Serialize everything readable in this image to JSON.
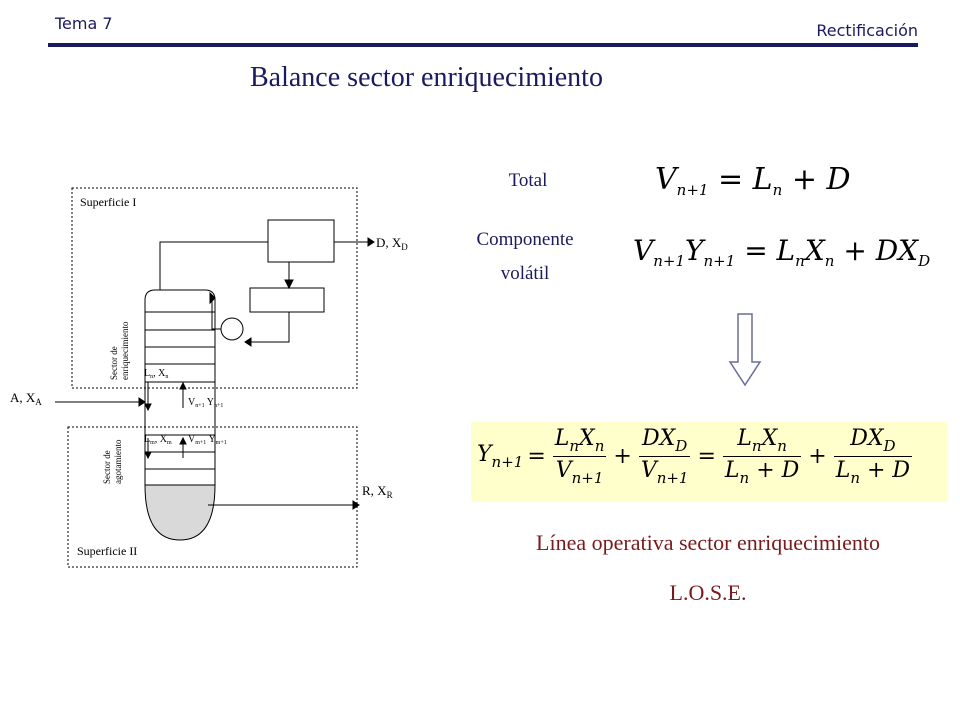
{
  "header": {
    "left": "Tema 7",
    "right": "Rectificación"
  },
  "title": "Balance sector enriquecimiento",
  "balances": {
    "total_label": "Total",
    "component_label_1": "Componente",
    "component_label_2": "volátil"
  },
  "diagram": {
    "surface_top": "Superficie I",
    "surface_bottom": "Superficie II",
    "sector_enrich_1": "Sector de",
    "sector_enrich_2": "enriquecimiento",
    "sector_deplete_1": "Sector de",
    "sector_deplete_2": "agotamiento",
    "distillate": "D, X",
    "distillate_sub": "D",
    "feed": "A, X",
    "feed_sub": "A",
    "residue": "R, X",
    "residue_sub": "R",
    "Ln": "L",
    "Ln_sub": "n",
    "Xn": "X",
    "Xn_sub": "n",
    "Vn1": "V",
    "Vn1_sub": "n+1",
    "Yn1": "Y",
    "Yn1_sub": "n+1",
    "Lm": "L",
    "Lm_sub": "m",
    "Xm": "X",
    "Xm_sub": "m",
    "Vm1": "V",
    "Vm1_sub": "m+1",
    "Ym1": "Y",
    "Ym1_sub": "m+1"
  },
  "result": {
    "line_name": "Línea operativa sector enriquecimiento",
    "abbrev": "L.O.S.E."
  },
  "colors": {
    "header": "#1a1a5e",
    "result_text": "#7a1a1a",
    "equation_bg": "#ffffcc"
  }
}
